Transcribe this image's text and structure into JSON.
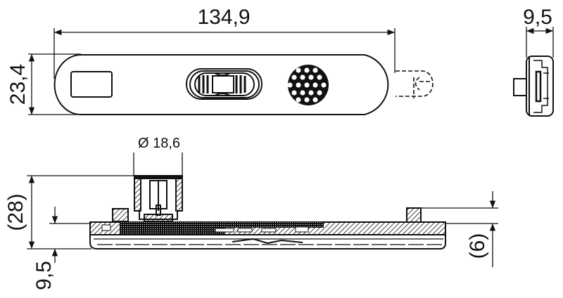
{
  "drawing": {
    "colors": {
      "line": "#111111",
      "background": "#ffffff"
    },
    "top_view": {
      "dimensions": {
        "length": "134,9",
        "height": "23,4"
      },
      "features": [
        "rectangular-window",
        "oval-lens",
        "honeycomb-reflector",
        "dashed-connector"
      ]
    },
    "side_view": {
      "dimensions": {
        "depth": "9,5"
      }
    },
    "section_view": {
      "dimensions": {
        "diameter": "Ø 18,6",
        "overall_height": "(28)",
        "base_height": "9,5",
        "tab_height": "(6)"
      }
    }
  }
}
